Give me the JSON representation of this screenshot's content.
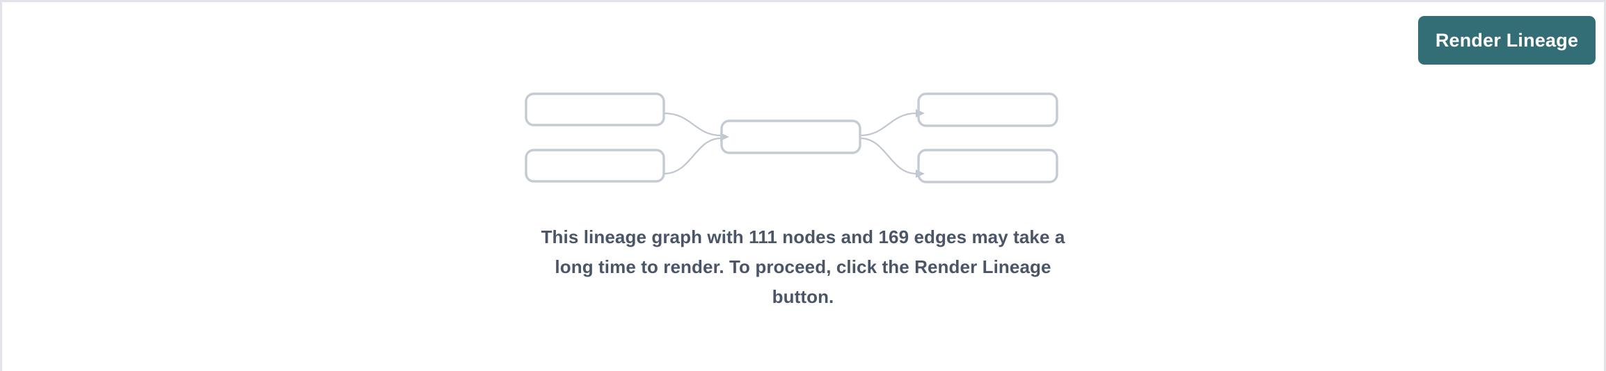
{
  "panel": {
    "background_color": "#ffffff",
    "border_color": "#e2e3e9"
  },
  "toolbar": {
    "render_lineage_label": "Render Lineage",
    "button_color": "#336e76",
    "button_text_color": "#ffffff"
  },
  "empty_state": {
    "message": "This lineage graph with 111 nodes and 169 edges may take a long time to render. To proceed, click the Render Lineage button.",
    "message_color": "#4a5568",
    "node_count": 111,
    "edge_count": 169,
    "graph_placeholder": {
      "node_stroke_color": "#c5cbd4",
      "edge_stroke_color": "#c0c6d0",
      "nodes": [
        {
          "id": "upstream-1",
          "column": "left",
          "row": 1
        },
        {
          "id": "upstream-2",
          "column": "left",
          "row": 2
        },
        {
          "id": "focus",
          "column": "center",
          "row": 1
        },
        {
          "id": "downstream-1",
          "column": "right",
          "row": 1
        },
        {
          "id": "downstream-2",
          "column": "right",
          "row": 2
        }
      ],
      "edges": [
        {
          "from": "upstream-1",
          "to": "focus"
        },
        {
          "from": "upstream-2",
          "to": "focus"
        },
        {
          "from": "focus",
          "to": "downstream-1"
        },
        {
          "from": "focus",
          "to": "downstream-2"
        }
      ]
    }
  }
}
